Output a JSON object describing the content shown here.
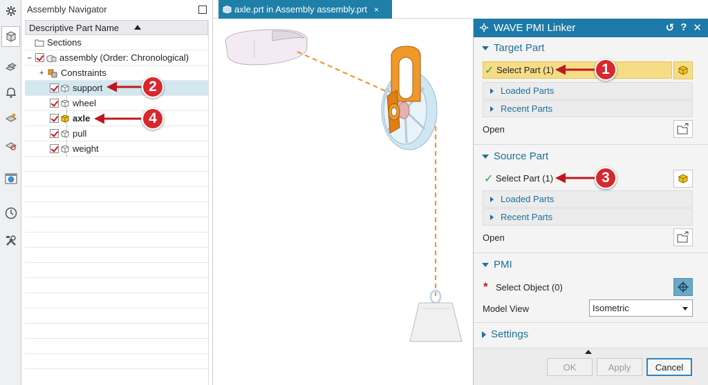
{
  "navigator": {
    "title": "Assembly Navigator",
    "column_header": "Descriptive Part Name",
    "rows": [
      {
        "label": "Sections",
        "checked": false,
        "icon": "folder-icon"
      },
      {
        "label": "assembly (Order: Chronological)",
        "checked": true,
        "icon": "assembly-icon"
      },
      {
        "label": "Constraints",
        "checked": false,
        "icon": "constraints-icon"
      },
      {
        "label": "support",
        "checked": true,
        "icon": "part-icon",
        "selected": true
      },
      {
        "label": "wheel",
        "checked": true,
        "icon": "part-icon"
      },
      {
        "label": "axle",
        "checked": true,
        "icon": "part-active-icon",
        "bold": true
      },
      {
        "label": "pull",
        "checked": true,
        "icon": "part-icon"
      },
      {
        "label": "weight",
        "checked": true,
        "icon": "part-icon"
      }
    ]
  },
  "graphics": {
    "tab_label": "axle.prt in Assembly assembly.prt",
    "tab_close": "×"
  },
  "dialog": {
    "title": "WAVE PMI Linker",
    "title_icons": {
      "reset": "↺",
      "help": "?",
      "close": "✕"
    },
    "target": {
      "header": "Target Part",
      "select_label": "Select Part (1)",
      "loaded_parts": "Loaded Parts",
      "recent_parts": "Recent Parts",
      "open": "Open"
    },
    "source": {
      "header": "Source Part",
      "select_label": "Select Part (1)",
      "loaded_parts": "Loaded Parts",
      "recent_parts": "Recent Parts",
      "open": "Open"
    },
    "pmi": {
      "header": "PMI",
      "select_object": "Select Object (0)",
      "model_view_label": "Model View",
      "model_view_value": "Isometric"
    },
    "settings": {
      "header": "Settings"
    },
    "buttons": {
      "ok": "OK",
      "apply": "Apply",
      "cancel": "Cancel"
    }
  },
  "callouts": [
    "1",
    "2",
    "3",
    "4"
  ],
  "colors": {
    "accent": "#1d7aa8",
    "highlight": "#f7dc86",
    "callout": "#d9272e",
    "part_orange": "#f0982a",
    "check_green": "#1ea34a"
  }
}
